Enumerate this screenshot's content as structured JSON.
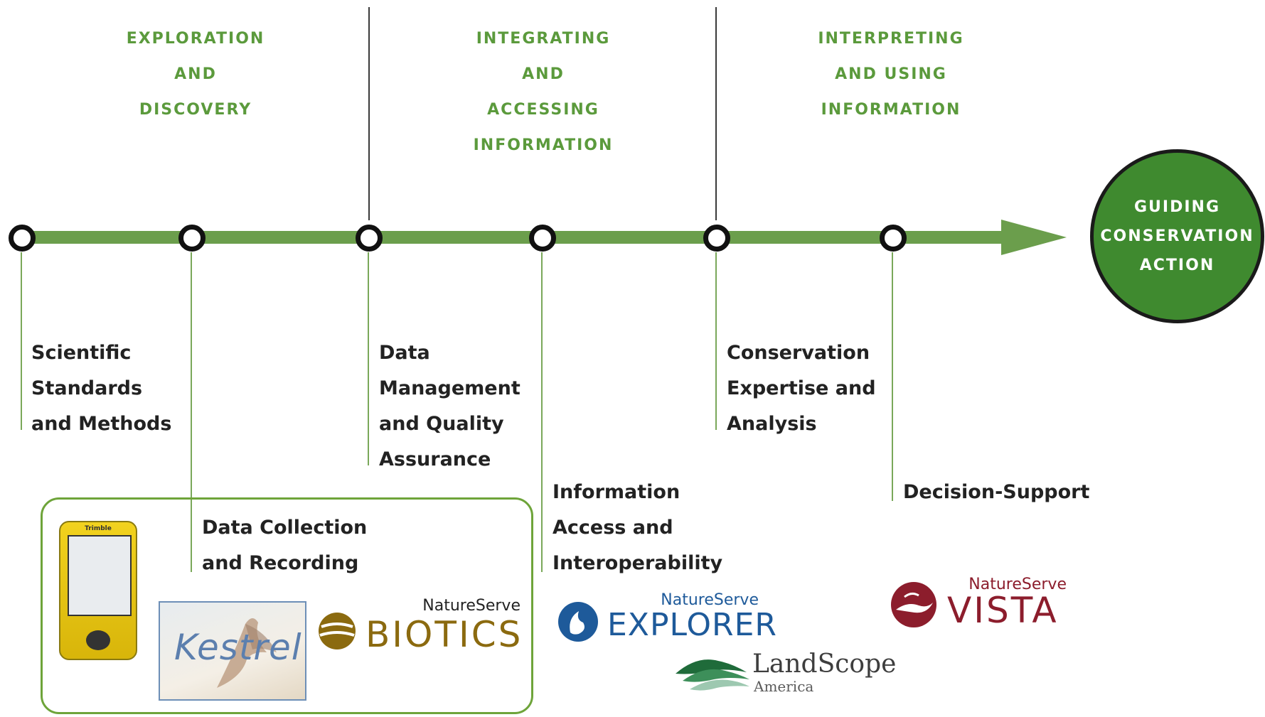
{
  "phases": [
    {
      "lines": [
        "EXPLORATION",
        "AND",
        "DISCOVERY"
      ]
    },
    {
      "lines": [
        "INTEGRATING",
        "AND",
        "ACCESSING",
        "INFORMATION"
      ]
    },
    {
      "lines": [
        "INTERPRETING",
        "AND USING",
        "INFORMATION"
      ]
    }
  ],
  "milestones": [
    {
      "lines": [
        "Scientific",
        "Standards",
        "and Methods"
      ]
    },
    {
      "lines": [
        "Data Collection",
        "and Recording"
      ]
    },
    {
      "lines": [
        "Data",
        "Management",
        "and Quality",
        "Assurance"
      ]
    },
    {
      "lines": [
        "Information",
        "Access and",
        "Interoperability"
      ]
    },
    {
      "lines": [
        "Conservation",
        "Expertise and",
        "Analysis"
      ]
    },
    {
      "lines": [
        "Decision-Support"
      ]
    }
  ],
  "goal": {
    "lines": [
      "GUIDING",
      "CONSERVATION",
      "ACTION"
    ]
  },
  "logos": {
    "kestrel": "Kestrel",
    "biotics": {
      "org": "NatureServe",
      "product": "BIOTICS"
    },
    "explorer": {
      "org": "NatureServe",
      "product": "EXPLORER"
    },
    "landscope": {
      "product": "LandScope",
      "sub": "America"
    },
    "vista": {
      "org": "NatureServe",
      "product": "VISTA"
    },
    "device_brand": "Trimble"
  },
  "colors": {
    "phase_text": "#5b9a3c",
    "timeline": "#6b9e4c",
    "goal_fill": "#3f8a2f",
    "box_border": "#6ea43a",
    "biotics": "#8b6a0f",
    "explorer": "#1e5a9a",
    "vista": "#8c1d2c"
  }
}
